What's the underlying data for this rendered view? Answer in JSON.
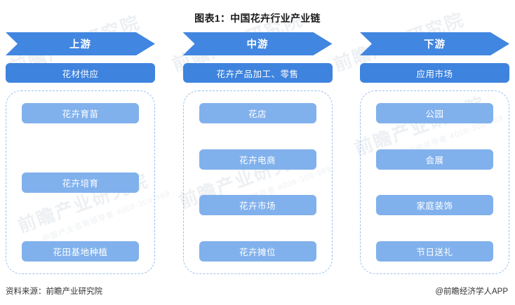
{
  "title": "图表1：中国花卉行业产业链",
  "colors": {
    "banner_blue": "#4186E0",
    "subtitle_blue": "#3E83DE",
    "node_blue": "#81B1EC",
    "dashed_border": "#9CC0EF",
    "background": "#FFFFFF",
    "text_dark": "#1A1A1A"
  },
  "columns": [
    {
      "stage": "上游",
      "subtitle": "花材供应",
      "nodes": [
        {
          "label": "花卉育苗"
        },
        {
          "label": "花卉培育"
        },
        {
          "label": "花田基地种植"
        }
      ]
    },
    {
      "stage": "中游",
      "subtitle": "花卉产品加工、零售",
      "nodes": [
        {
          "label": "花店"
        },
        {
          "label": "花卉电商"
        },
        {
          "label": "花卉市场"
        },
        {
          "label": "花卉摊位"
        }
      ]
    },
    {
      "stage": "下游",
      "subtitle": "应用市场",
      "nodes": [
        {
          "label": "公园"
        },
        {
          "label": "会展"
        },
        {
          "label": "家庭装饰"
        },
        {
          "label": "节日送礼"
        }
      ]
    }
  ],
  "footer": {
    "source": "资料来源：前瞻产业研究院",
    "brand": "@前瞻经济学人APP"
  },
  "watermarks": {
    "main": "前瞻产业研究院",
    "sub": "中国产业咨询领导者 4008-309-989"
  }
}
